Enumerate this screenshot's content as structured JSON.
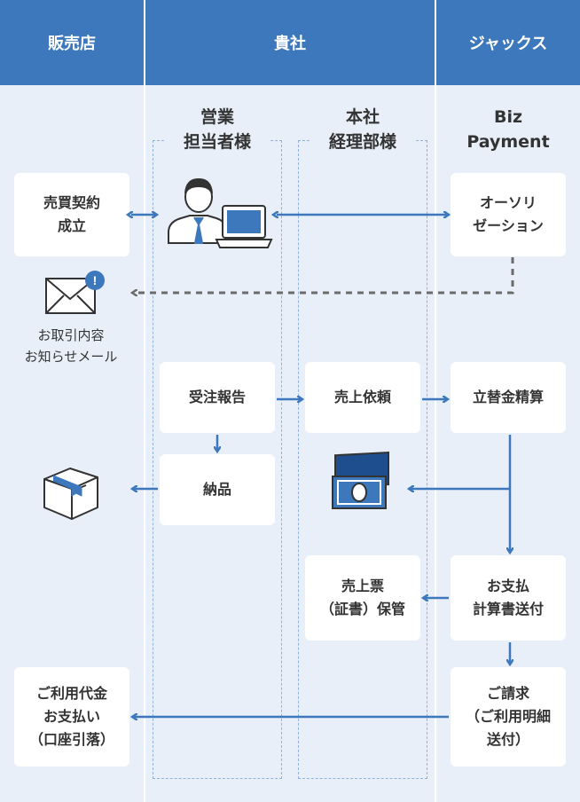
{
  "headers": {
    "shop": "販売店",
    "company": "貴社",
    "jax": "ジャックス"
  },
  "subcolumns": {
    "sales_rep": "営業\n担当者様",
    "accounting": "本社\n経理部様",
    "biz_payment": "Biz\nPayment"
  },
  "boxes": {
    "contract": "売買契約\n成立",
    "authorization": "オーソリ\nゼーション",
    "order_report": "受注報告",
    "delivery": "納品",
    "sales_request": "売上依頼",
    "advance_settlement": "立替金精算",
    "slip_storage": "売上票\n（証書）保管",
    "payment_statement": "お支払\n計算書送付",
    "billing": "ご請求\n（ご利用明細\n送付）",
    "payment": "ご利用代金\nお支払い\n（口座引落）"
  },
  "notes": {
    "mail": "お取引内容\nお知らせメール"
  },
  "colors": {
    "header": "#3d78bd",
    "background": "#e8eff8",
    "arrow": "#3d78bd",
    "dashed_arrow": "#6b6b6b"
  }
}
